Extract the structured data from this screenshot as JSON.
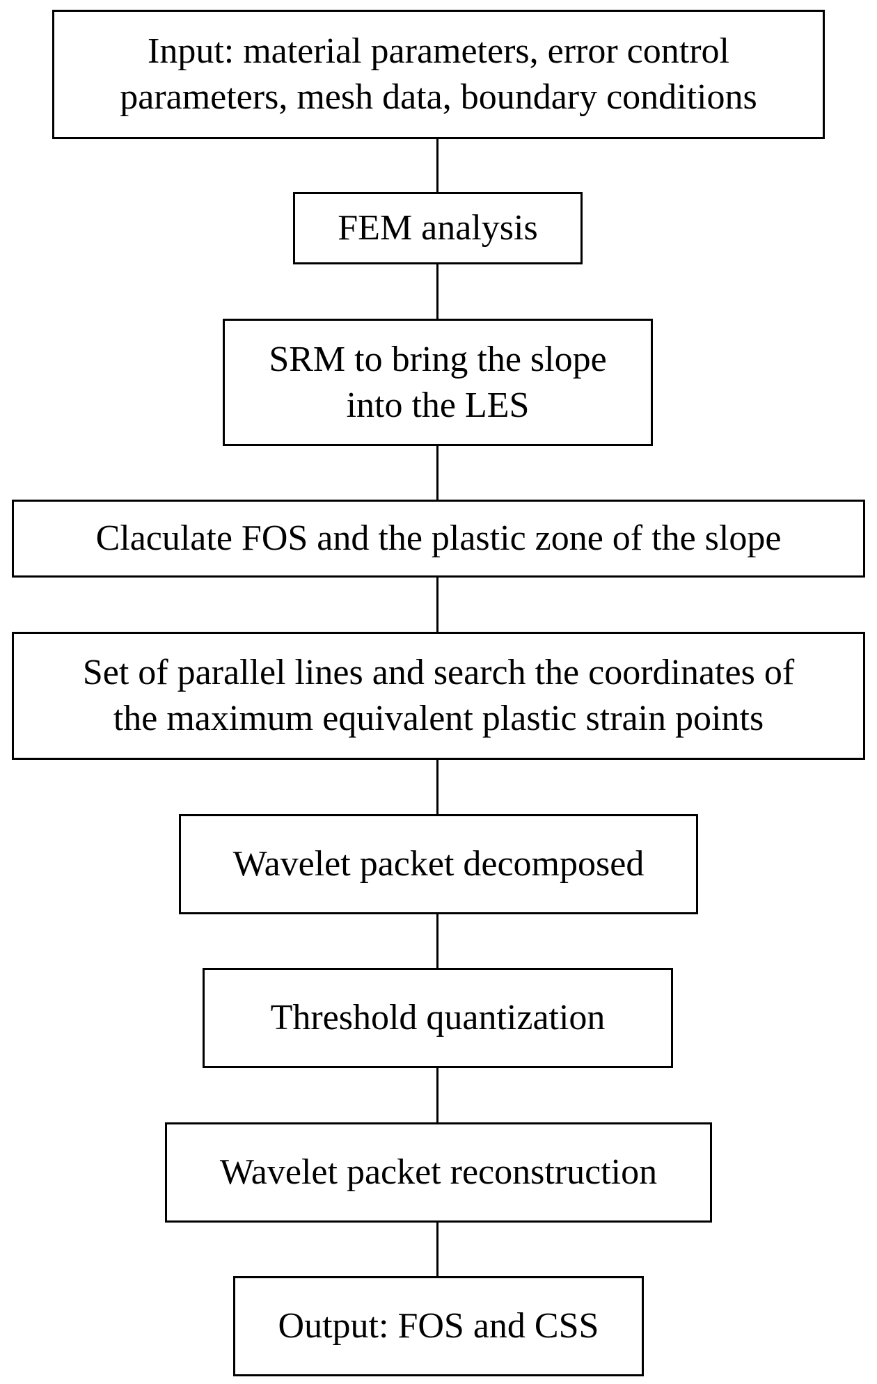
{
  "flowchart": {
    "steps": [
      {
        "lines": [
          "Input: material parameters, error control",
          "parameters, mesh data, boundary conditions"
        ]
      },
      {
        "lines": [
          "FEM analysis"
        ]
      },
      {
        "lines": [
          "SRM to bring the slope",
          "into the LES"
        ]
      },
      {
        "lines": [
          "Claculate FOS and the plastic zone of the slope"
        ]
      },
      {
        "lines": [
          "Set of parallel lines and search the coordinates of",
          "the maximum equivalent plastic strain points"
        ]
      },
      {
        "lines": [
          "Wavelet packet decomposed"
        ]
      },
      {
        "lines": [
          "Threshold quantization"
        ]
      },
      {
        "lines": [
          "Wavelet packet reconstruction"
        ]
      },
      {
        "lines": [
          "Output: FOS and CSS"
        ]
      }
    ]
  }
}
